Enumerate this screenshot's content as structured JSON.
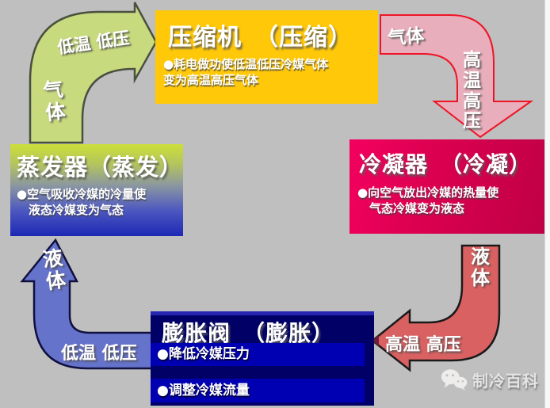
{
  "background_color": "#bfbfbf",
  "boxes": {
    "compressor": {
      "title": "压缩机　（压缩）",
      "body_line1": "●耗电做功使低温低压冷媒气体",
      "body_line2": "变为高温高压气体",
      "bg": "#ffc808"
    },
    "condenser": {
      "title": "冷凝器　（冷凝）",
      "body_line1": "●向空气放出冷媒的热量使",
      "body_line2": "气态冷媒变为液态",
      "bg": "#d8004e"
    },
    "evaporator": {
      "title": "蒸发器（蒸发）",
      "body_line1": "●空气吸收冷媒的冷量使",
      "body_line2": "液态冷媒变为气态",
      "bg_top": "#ccdf38",
      "bg_bottom": "#1c28b4"
    },
    "expansion_valve": {
      "title": "膨胀阀　（膨胀）",
      "bullet1": "●降低冷媒压力",
      "bullet2": "●调整冷媒流量",
      "bg": "#000066",
      "band_color": "#0000b2"
    }
  },
  "arrows": {
    "evaporator_to_compressor": {
      "state_label": "低温 低压",
      "phase_label": "气体",
      "fill": "#c8da7e"
    },
    "compressor_to_condenser": {
      "phase_label": "气体",
      "state_label": "高温高压",
      "fill": "#e9aebb"
    },
    "condenser_to_expansion": {
      "phase_label": "液体",
      "state_label": "高温 高压",
      "fill": "#da6161",
      "tip_overlap_color": "#6d1d3e"
    },
    "expansion_to_evaporator": {
      "phase_label": "液体",
      "state_label": "低温 低压",
      "fill": "#6673cb"
    }
  },
  "watermark": {
    "icon": "wechat-icon",
    "text": "制冷百科"
  }
}
